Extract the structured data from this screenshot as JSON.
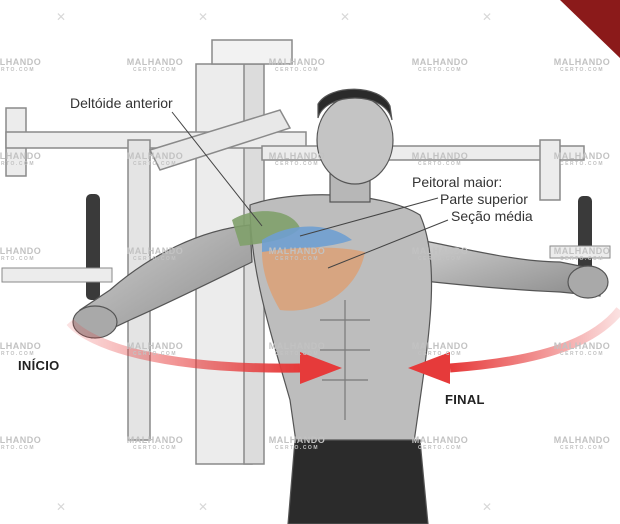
{
  "labels": {
    "deltoid": "Deltóide anterior",
    "pectoral_title": "Peitoral maior:",
    "pectoral_upper": "Parte superior",
    "pectoral_middle": "Seção média",
    "start": "INÍCIO",
    "end": "FINAL"
  },
  "watermark": {
    "brand": "MALHANDO",
    "sub": "CERTO.COM"
  },
  "colors": {
    "arrow": "#e63a3a",
    "deltoid": "#7fa06a",
    "pectoral_upper": "#6f9fd0",
    "pectoral_middle": "#d9a27a",
    "corner_badge": "#8b1a1a"
  },
  "icons": {
    "cross_mark": "✕"
  }
}
